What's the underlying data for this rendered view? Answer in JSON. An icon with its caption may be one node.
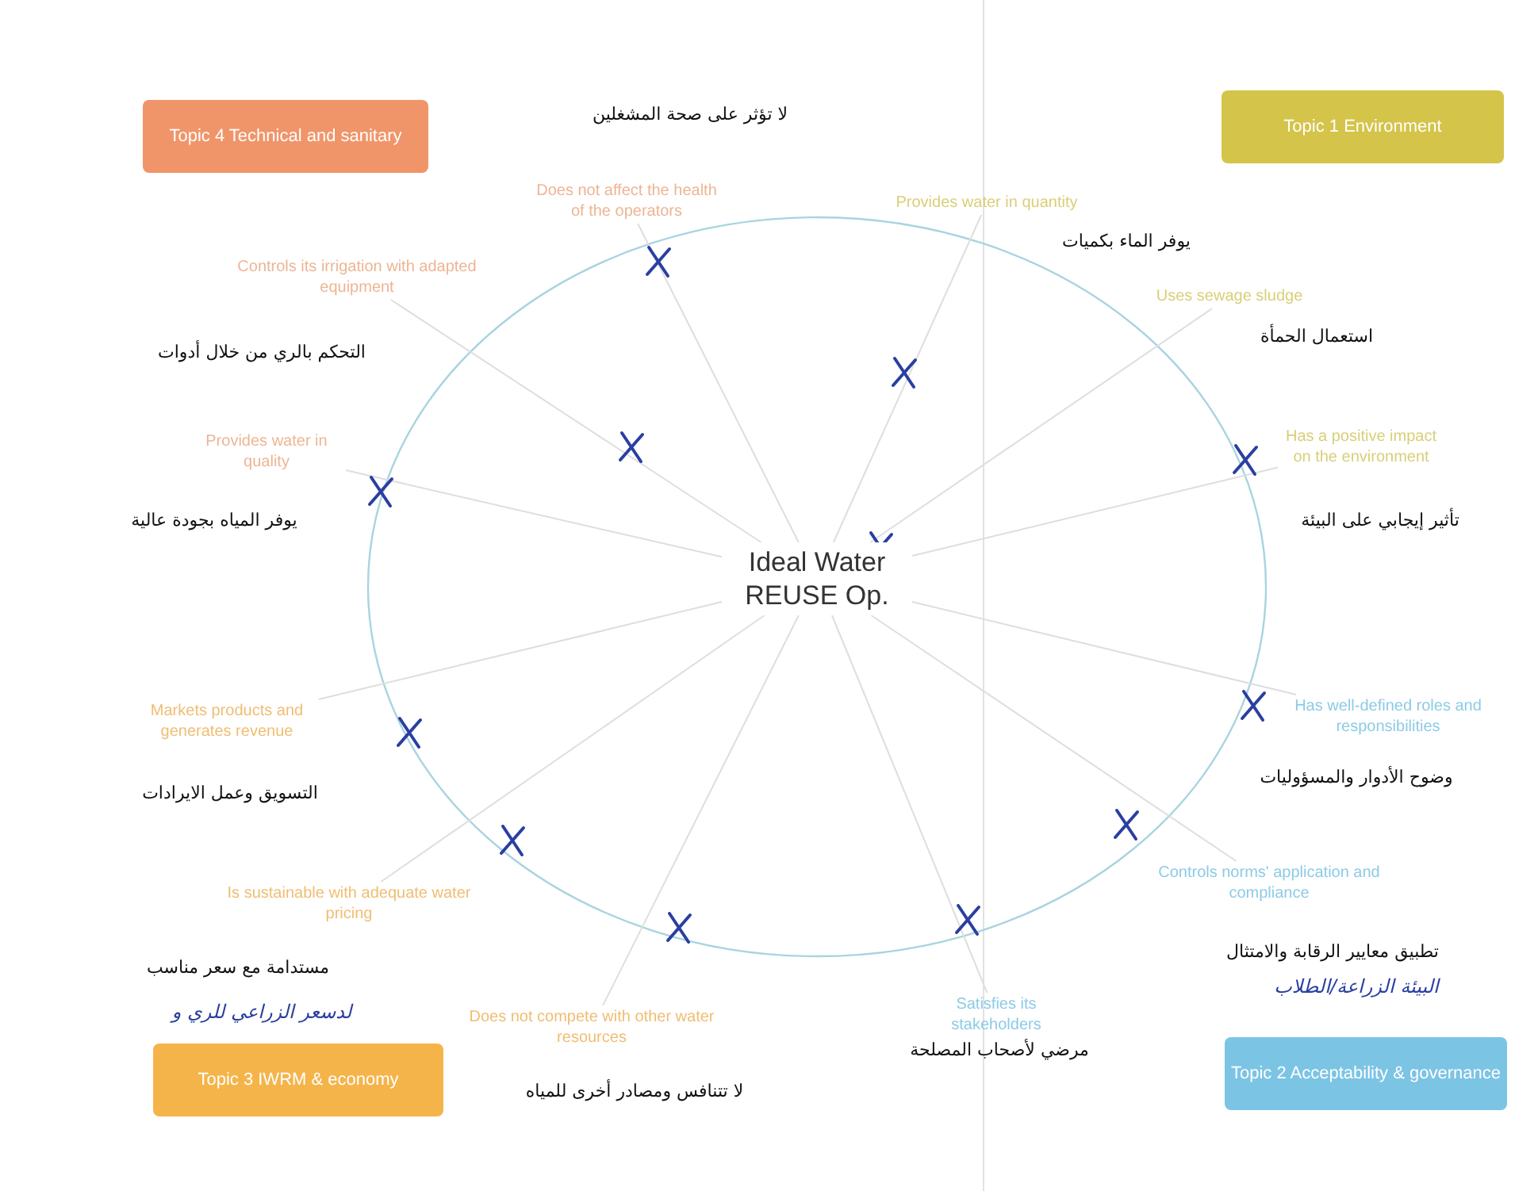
{
  "diagram": {
    "nodes": [
      {
        "text": [
          "Ideal Water REUSE Op."
        ]
      },
      {
        "text": [
          "Does not affect the health of the operators"
        ],
        "beside": [
          "لا تؤثر على صحة المشغلين"
        ]
      },
      {
        "text": [
          "Provides water in quantity"
        ],
        "beside": [
          "يوفر الماء بكميات"
        ]
      },
      {
        "text": [
          "Uses sewage sludge"
        ],
        "beside": [
          "استعمال الحمأة"
        ]
      },
      {
        "text": [
          "Has a positive impact on the environment"
        ],
        "beside": [
          "تأثير إيجابي على البيئة"
        ]
      },
      {
        "text": [
          "Has well-defined roles and responsibilities"
        ],
        "beside": [
          "وضوح الأدوار والمسؤوليات"
        ]
      },
      {
        "text": [
          "Controls norms' application and compliance"
        ],
        "beside": [
          "تطبيق معايير الرقابة والامتثال"
        ]
      },
      {
        "text": [
          "Satisfies its stakeholders"
        ],
        "beside": [
          "مرضي لأصحاب المصلحة"
        ]
      },
      {
        "text": [
          "Does not compete with other water resources"
        ],
        "beside": [
          "لا تتنافس ومصادر أخرى للمياه"
        ]
      },
      {
        "text": [
          "Is sustainable with adequate water pricing"
        ],
        "beside": [
          "مستدامة مع سعر مناسب"
        ]
      },
      {
        "text": [
          "Markets products and generates revenue"
        ],
        "beside": [
          "التسويق وعمل الايرادات"
        ]
      },
      {
        "text": [
          "Provides water in quality"
        ],
        "beside": [
          "يوفر المياه بجودة عالية"
        ]
      },
      {
        "text": [
          "Controls its irrigation with adapted equipment"
        ],
        "beside": [
          "التحكم بالري من خلال أدوات"
        ]
      },
      {
        "text": [
          "Topic 4 Technical and sanitary"
        ]
      },
      {
        "text": [
          "Topic 1 Environment"
        ]
      },
      {
        "text": [
          "Topic 3 IWRM & economy"
        ]
      },
      {
        "text": [
          "Topic 2 Acceptability & governance"
        ]
      }
    ],
    "edges": [
      {
        "from": 0,
        "to": 1,
        "arrow": "none"
      },
      {
        "from": 0,
        "to": 2,
        "arrow": "none"
      },
      {
        "from": 0,
        "to": 3,
        "arrow": "none"
      },
      {
        "from": 0,
        "to": 4,
        "arrow": "none"
      },
      {
        "from": 0,
        "to": 5,
        "arrow": "none"
      },
      {
        "from": 0,
        "to": 6,
        "arrow": "none"
      },
      {
        "from": 0,
        "to": 7,
        "arrow": "none"
      },
      {
        "from": 0,
        "to": 8,
        "arrow": "none"
      },
      {
        "from": 0,
        "to": 9,
        "arrow": "none"
      },
      {
        "from": 0,
        "to": 10,
        "arrow": "none"
      },
      {
        "from": 0,
        "to": 11,
        "arrow": "none"
      },
      {
        "from": 0,
        "to": 12,
        "arrow": "none"
      }
    ],
    "labels": [
      "لدسعر الزراعي للري و",
      "البيئة الزراعة/الطلاب"
    ]
  }
}
